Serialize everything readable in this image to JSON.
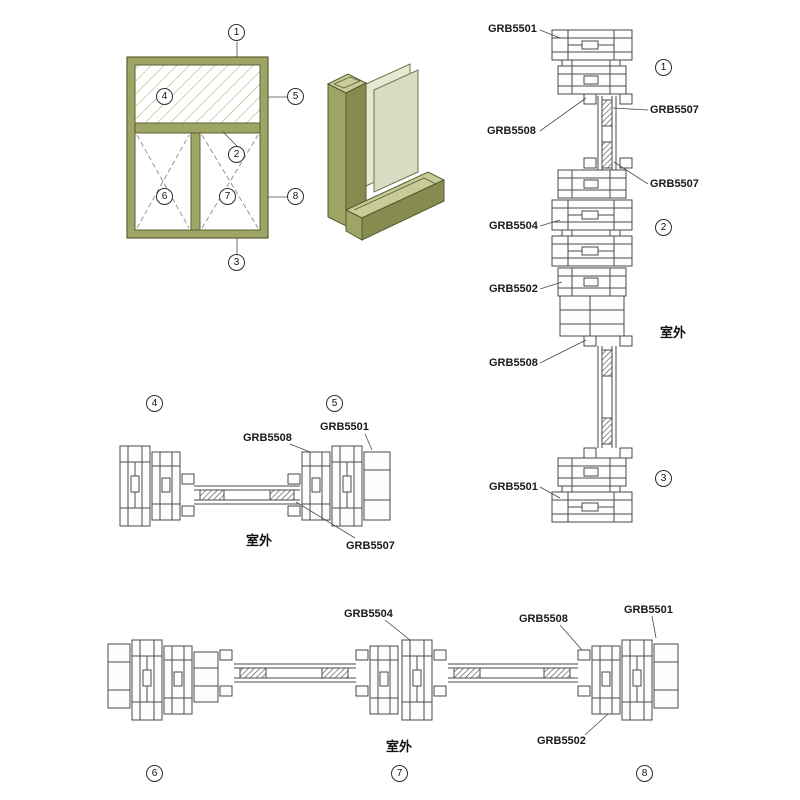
{
  "page": {
    "background": "#ffffff"
  },
  "colors": {
    "frame_olive": "#9ea565",
    "frame_olive_dark": "#5c6135",
    "frame_olive_light": "#c7cb97",
    "section_line": "#4a4a4a"
  },
  "outdoor_label": "室外",
  "elevation": {
    "callouts": [
      "1",
      "2",
      "3",
      "4",
      "5",
      "6",
      "7",
      "8"
    ]
  },
  "right_section": {
    "labels_left": [
      "GRB5501",
      "GRB5508",
      "GRB5504",
      "GRB5502",
      "GRB5508",
      "GRB5501"
    ],
    "labels_right": [
      "GRB5507",
      "GRB5507"
    ],
    "callouts": [
      "1",
      "2",
      "3"
    ]
  },
  "middle_section": {
    "callouts": [
      "4",
      "5"
    ],
    "labels": [
      "GRB5508",
      "GRB5501",
      "GRB5507"
    ]
  },
  "bottom_section": {
    "callouts": [
      "6",
      "7",
      "8"
    ],
    "labels_top": [
      "GRB5504",
      "GRB5508",
      "GRB5501"
    ],
    "label_bottom": "GRB5502"
  }
}
